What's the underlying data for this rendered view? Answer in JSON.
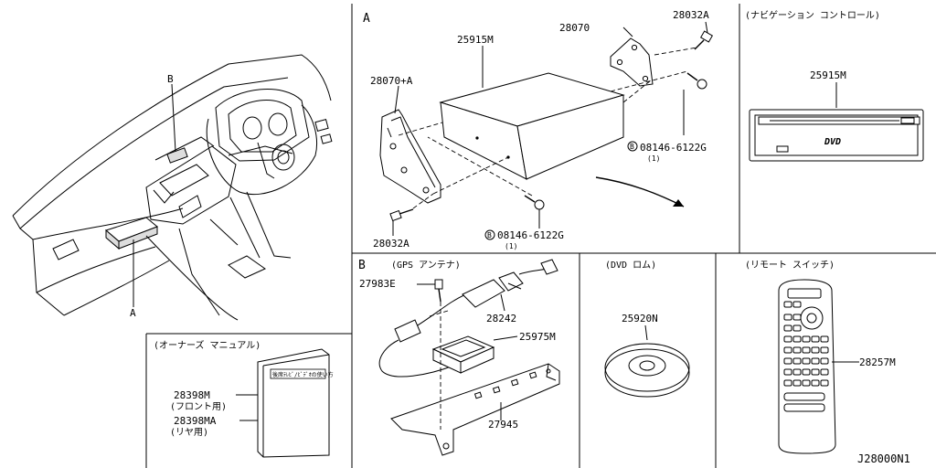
{
  "footer": {
    "code": "J28000N1"
  },
  "sections": {
    "A": {
      "letter": "A",
      "parts": {
        "unit": "25915M",
        "bracket_right": "28070",
        "bracket_left": "28070+A",
        "screw_top": "28032A",
        "screw_bottom": "28032A",
        "bolt_right": "08146-6122G",
        "bolt_right_qty": "(1)",
        "bolt_bottom": "08146-6122G",
        "bolt_bottom_qty": "(1)",
        "bolt_marker": "B"
      }
    },
    "nav": {
      "header": "(ナビゲーション コントロール)",
      "part": "25915M",
      "dvd_logo": "DVD"
    },
    "B": {
      "letter": "B",
      "header": "(GPS アンテナ)",
      "parts": {
        "screw": "27983E",
        "cable": "28242",
        "antenna": "25975M",
        "bracket": "27945"
      }
    },
    "dvd": {
      "header": "(DVD ロム)",
      "part": "25920N"
    },
    "remote": {
      "header": "(リモート スイッチ)",
      "part": "28257M"
    },
    "manual": {
      "header": "(オーナーズ マニュアル)",
      "part_front": "28398M",
      "front_label": "(フロント用)",
      "part_rear": "28398MA",
      "rear_label": "(リヤ用)",
      "cover_title": "後席ﾃﾚﾋﾞ/ﾋﾞﾃﾞｵの使い方"
    },
    "dashboard": {
      "callout_b": "B",
      "callout_a": "A"
    }
  }
}
